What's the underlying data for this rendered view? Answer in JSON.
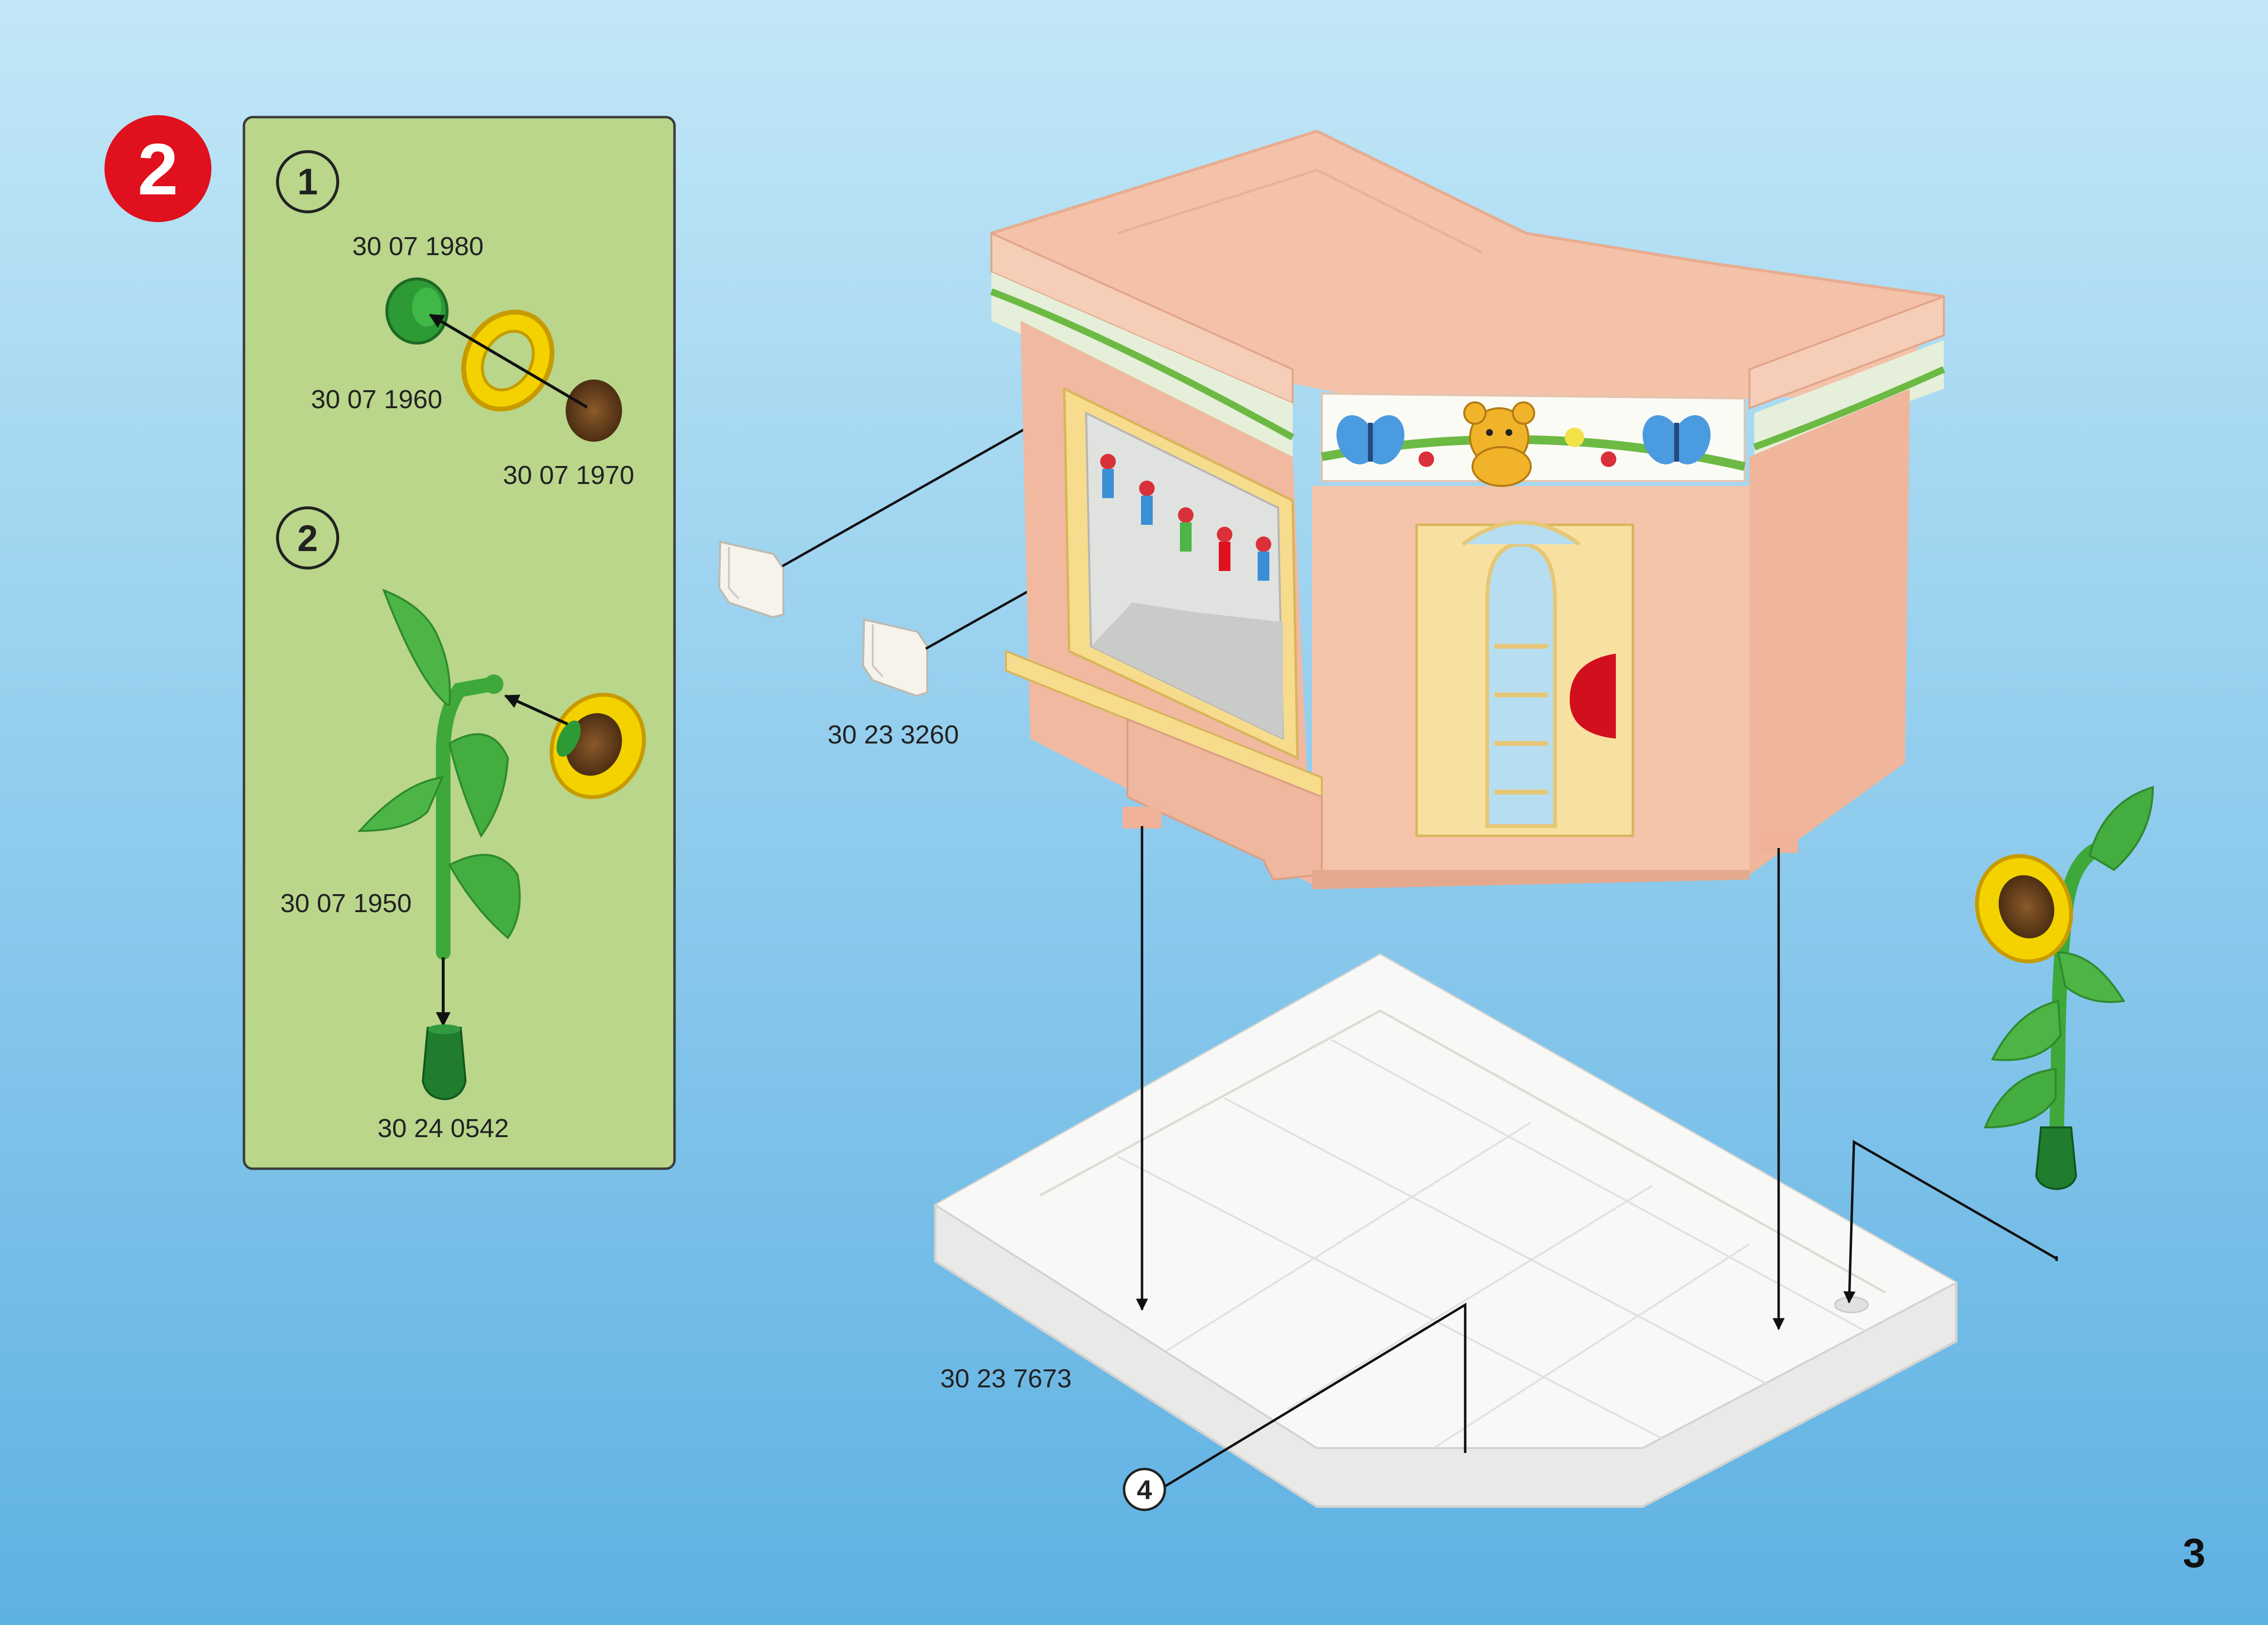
{
  "step": {
    "number": "2"
  },
  "sub_steps": [
    {
      "number": "1"
    },
    {
      "number": "2"
    }
  ],
  "parts": {
    "stopper": "30 07 1980",
    "petals": "30 07 1960",
    "flower_center": "30 07 1970",
    "stem": "30 07 1950",
    "stem_base": "30 24 0542",
    "wall_clip": "30 23 3260",
    "base_plate": "30 23 7673"
  },
  "callout": {
    "number": "4"
  },
  "page_number": "3",
  "colors": {
    "background_top": "#bfe6f7",
    "background_bottom": "#5fb2e4",
    "step_badge": "#e0101e",
    "sub_panel": "#b9d68b",
    "building_wall": "#f4c4ab",
    "door": "#f8e1a0",
    "base_plate": "#f4f5f2",
    "leaf_green": "#3ea83a"
  }
}
